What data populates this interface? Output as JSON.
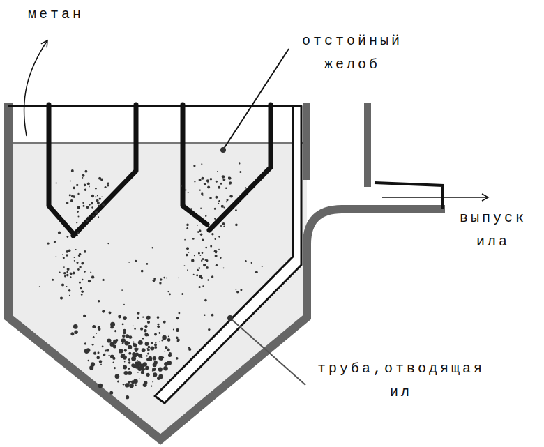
{
  "diagram": {
    "labels": [
      "метан",
      "отстойный желоб",
      "выпуск ила",
      "труба,отводящая ил"
    ]
  }
}
